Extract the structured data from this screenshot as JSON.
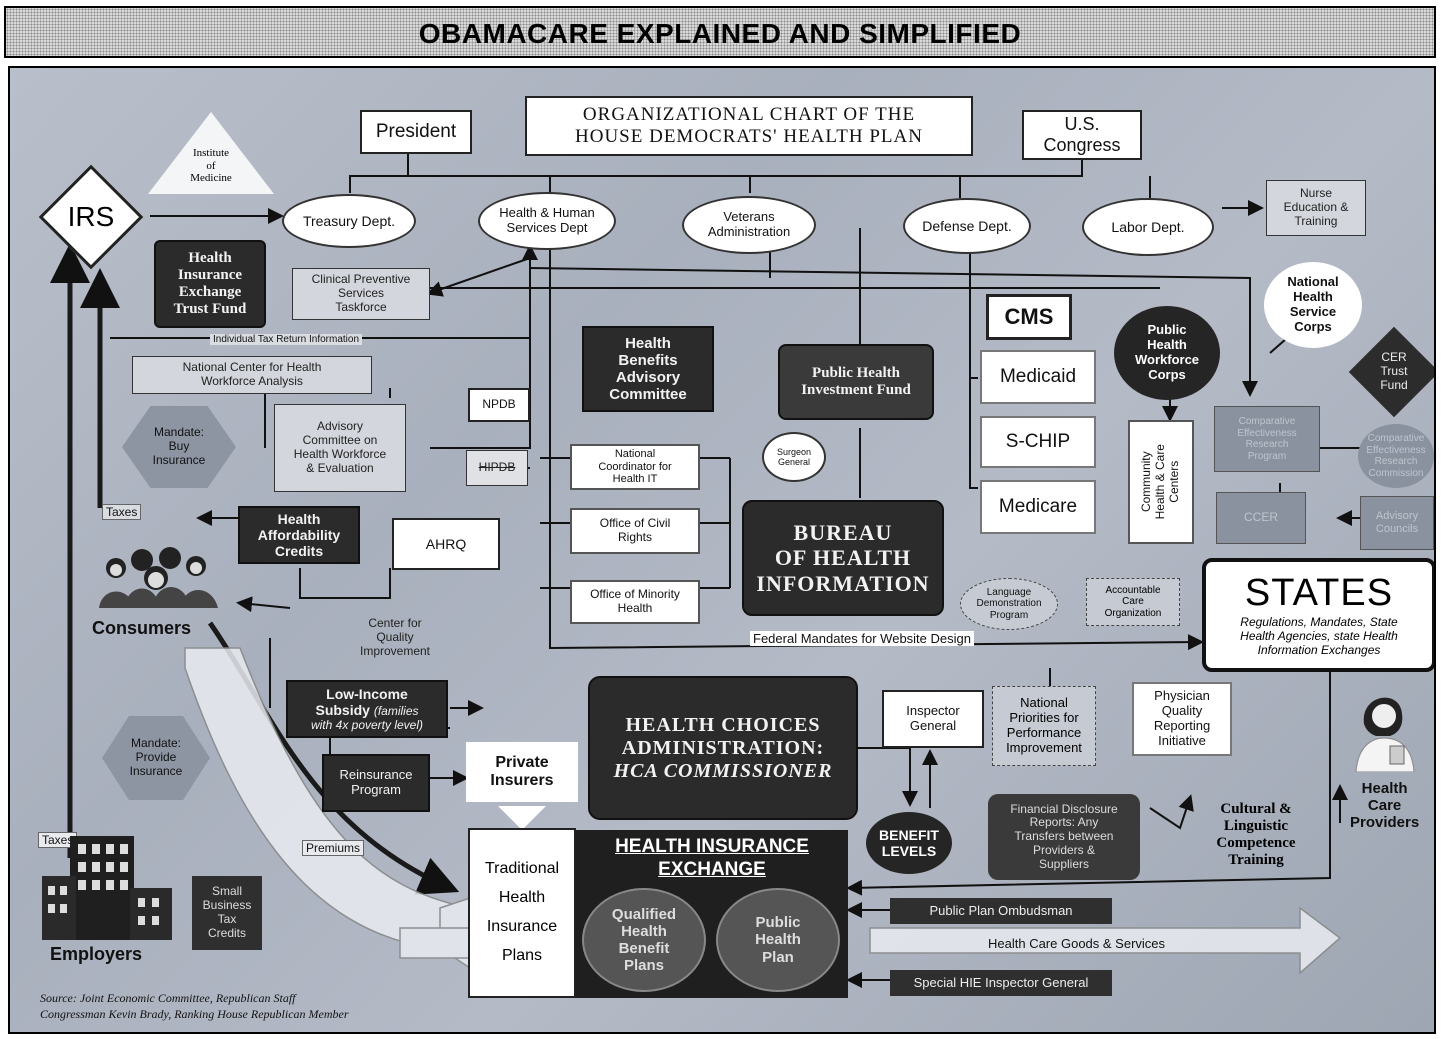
{
  "banner_title": "OBAMACARE EXPLAINED AND SIMPLIFIED",
  "chart_title": [
    "ORGANIZATIONAL CHART OF THE",
    "HOUSE DEMOCRATS' HEALTH PLAN"
  ],
  "nodes": {
    "president": "President",
    "congress": [
      "U.S.",
      "Congress"
    ],
    "institute": [
      "Institute",
      "of",
      "Medicine"
    ],
    "irs": "IRS",
    "treasury": "Treasury Dept.",
    "hhs": [
      "Health & Human",
      "Services Dept"
    ],
    "veterans": [
      "Veterans",
      "Administration"
    ],
    "defense": "Defense Dept.",
    "labor": "Labor Dept.",
    "nurse_education": [
      "Nurse",
      "Education &",
      "Training"
    ],
    "trust_fund": [
      "Health",
      "Insurance",
      "Exchange",
      "Trust Fund"
    ],
    "clinical_preventive": [
      "Clinical Preventive",
      "Services",
      "Taskforce"
    ],
    "tax_return_info": "Individual Tax Return Information",
    "health_benefits_advisory": [
      "Health",
      "Benefits",
      "Advisory",
      "Committee"
    ],
    "public_health_investment": [
      "Public Health",
      "Investment Fund"
    ],
    "cms": "CMS",
    "medicaid": "Medicaid",
    "schip": "S-CHIP",
    "medicare": "Medicare",
    "public_health_workforce": [
      "Public",
      "Health",
      "Workforce",
      "Corps"
    ],
    "national_health_service_corps": [
      "National",
      "Health",
      "Service",
      "Corps"
    ],
    "cer_trust_fund": [
      "CER",
      "Trust",
      "Fund"
    ],
    "nat_center_workforce": [
      "National Center for Health",
      "Workforce Analysis"
    ],
    "npdb": "NPDB",
    "hipdb": "HIPDB",
    "mandate_buy": [
      "Mandate:",
      "Buy",
      "Insurance"
    ],
    "advisory_committee_workforce": [
      "Advisory",
      "Committee on",
      "Health Workforce",
      "& Evaluation"
    ],
    "nat_coordinator_it": [
      "National",
      "Coordinator for",
      "Health IT"
    ],
    "surgeon_general": [
      "Surgeon",
      "General"
    ],
    "community_health_centers": [
      "Community",
      "Health & Care",
      "Centers"
    ],
    "cer_program": [
      "Comparative",
      "Effectiveness",
      "Research",
      "Program"
    ],
    "cer_commission": [
      "Comparative",
      "Effectiveness",
      "Research",
      "Commission"
    ],
    "cer_center": "CCER",
    "advisory_councils": [
      "Advisory",
      "Councils"
    ],
    "taxes_top": "Taxes",
    "taxes_bottom": "Taxes",
    "health_affordability_credits": [
      "Health",
      "Affordability",
      "Credits"
    ],
    "ahrq": "AHRQ",
    "office_civil_rights": [
      "Office of Civil",
      "Rights"
    ],
    "bureau": [
      "BUREAU",
      "OF HEALTH",
      "INFORMATION"
    ],
    "consumers": "Consumers",
    "center_quality": [
      "Center for",
      "Quality",
      "Improvement"
    ],
    "office_minority": [
      "Office of Minority",
      "Health"
    ],
    "language_demo": [
      "Language",
      "Demonstration",
      "Program"
    ],
    "accountable_care": [
      "Accountable",
      "Care",
      "Organization"
    ],
    "states": "STATES",
    "states_sub": [
      "Regulations, Mandates, State",
      "Health Agencies, state Health",
      "Information Exchanges"
    ],
    "federal_mandates": "Federal Mandates for Website Design",
    "low_income_subsidy": [
      "Low-Income",
      "Subsidy"
    ],
    "low_income_note": [
      "(families",
      "with 4x poverty level)"
    ],
    "hca": [
      "HEALTH CHOICES",
      "ADMINISTRATION:",
      "HCA COMMISSIONER"
    ],
    "inspector_general": [
      "Inspector",
      "General"
    ],
    "national_priorities": [
      "National",
      "Priorities for",
      "Performance",
      "Improvement"
    ],
    "physician_quality": [
      "Physician",
      "Quality",
      "Reporting",
      "Initiative"
    ],
    "mandate_provide": [
      "Mandate:",
      "Provide",
      "Insurance"
    ],
    "reinsurance": [
      "Reinsurance",
      "Program"
    ],
    "private_insurers": [
      "Private",
      "Insurers"
    ],
    "health_care_providers": [
      "Health",
      "Care",
      "Providers"
    ],
    "benefit_levels": [
      "BENEFIT",
      "LEVELS"
    ],
    "financial_disclosure": [
      "Financial Disclosure",
      "Reports: Any",
      "Transfers between",
      "Providers &",
      "Suppliers"
    ],
    "cultural_linguistic": [
      "Cultural &",
      "Linguistic",
      "Competence",
      "Training"
    ],
    "premiums": "Premiums",
    "traditional_plans": [
      "Traditional",
      "Health",
      "Insurance",
      "Plans"
    ],
    "hie": [
      "HEALTH INSURANCE",
      "EXCHANGE"
    ],
    "qualified_plans": [
      "Qualified",
      "Health",
      "Benefit",
      "Plans"
    ],
    "public_health_plan": [
      "Public",
      "Health",
      "Plan"
    ],
    "small_business_credits": [
      "Small",
      "Business",
      "Tax",
      "Credits"
    ],
    "employers": "Employers",
    "public_plan_ombudsman": "Public Plan Ombudsman",
    "health_care_goods": "Health Care Goods & Services",
    "special_hie_ig": "Special HIE Inspector General"
  },
  "source": [
    "Source: Joint Economic Committee, Republican Staff",
    "Congressman Kevin Brady, Ranking House Republican Member"
  ]
}
